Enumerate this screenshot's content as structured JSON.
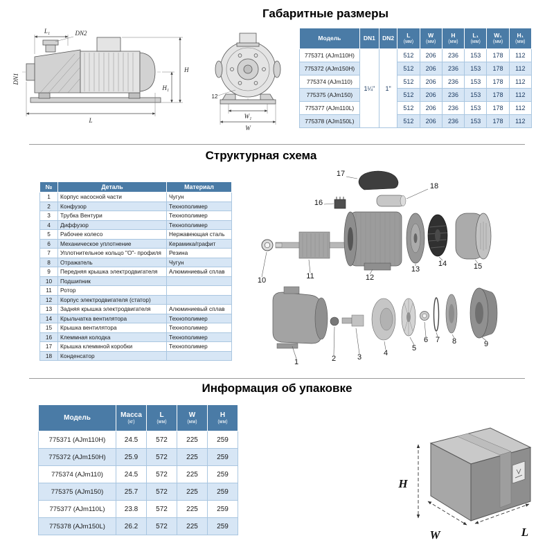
{
  "sections": {
    "dimensions_title": "Габаритные размеры",
    "structure_title": "Структурная схема",
    "packaging_title": "Информация об упаковке"
  },
  "colors": {
    "table_header_bg": "#4a7ba6",
    "row_alt_bg": "#d7e6f5",
    "value_text": "#17365d",
    "border": "#a9c6e0"
  },
  "drawing": {
    "l1": "L₁",
    "dn1": "DN1",
    "dn2": "DN2",
    "h": "H",
    "h1": "H₁",
    "l": "L",
    "w1": "W₁",
    "w": "W",
    "note_12": "12"
  },
  "dimensions_table": {
    "headers": [
      {
        "label": "Модель"
      },
      {
        "label": "DN1"
      },
      {
        "label": "DN2"
      },
      {
        "label": "L",
        "unit": "(мм)"
      },
      {
        "label": "W",
        "unit": "(мм)"
      },
      {
        "label": "H",
        "unit": "(мм)"
      },
      {
        "label": "L₁",
        "unit": "(мм)"
      },
      {
        "label": "W₁",
        "unit": "(мм)"
      },
      {
        "label": "H₁",
        "unit": "(мм)"
      }
    ],
    "dn1_value": "1¼\"",
    "dn2_value": "1\"",
    "rows": [
      {
        "model": "775371 (AJm110H)",
        "values": [
          "512",
          "206",
          "236",
          "153",
          "178",
          "112"
        ]
      },
      {
        "model": "775372 (AJm150H)",
        "values": [
          "512",
          "206",
          "236",
          "153",
          "178",
          "112"
        ]
      },
      {
        "model": "775374 (AJm110)",
        "values": [
          "512",
          "206",
          "236",
          "153",
          "178",
          "112"
        ]
      },
      {
        "model": "775375 (AJm150)",
        "values": [
          "512",
          "206",
          "236",
          "153",
          "178",
          "112"
        ]
      },
      {
        "model": "775377 (AJm110L)",
        "values": [
          "512",
          "206",
          "236",
          "153",
          "178",
          "112"
        ]
      },
      {
        "model": "775378 (AJm150L)",
        "values": [
          "512",
          "206",
          "236",
          "153",
          "178",
          "112"
        ]
      }
    ]
  },
  "parts_table": {
    "headers": [
      "№",
      "Деталь",
      "Материал"
    ],
    "rows": [
      [
        "1",
        "Корпус насосной части",
        "Чугун"
      ],
      [
        "2",
        "Конфузор",
        "Технополимер"
      ],
      [
        "3",
        "Трубка Вентури",
        "Технополимер"
      ],
      [
        "4",
        "Диффузор",
        "Технополимер"
      ],
      [
        "5",
        "Рабочее колесо",
        "Нержавеющая сталь"
      ],
      [
        "6",
        "Механическое уплотнение",
        "Керамика/графит"
      ],
      [
        "7",
        "Уплотнительное кольцо \"О\"- профиля",
        "Резина"
      ],
      [
        "8",
        "Отражатель",
        "Чугун"
      ],
      [
        "9",
        "Передняя крышка электродвигателя",
        "Алюминиевый сплав"
      ],
      [
        "10",
        "Подшипник",
        ""
      ],
      [
        "11",
        "Ротор",
        ""
      ],
      [
        "12",
        "Корпус электродвигателя (статор)",
        ""
      ],
      [
        "13",
        "Задняя крышка электродвигателя",
        "Алюминиевый сплав"
      ],
      [
        "14",
        "Крыльчатка вентилятора",
        "Технополимер"
      ],
      [
        "15",
        "Крышка вентилятора",
        "Технополимер"
      ],
      [
        "16",
        "Клеммная колодка",
        "Технополимер"
      ],
      [
        "17",
        "Крышка клеммной коробки",
        "Технополимер"
      ],
      [
        "18",
        "Конденсатор",
        ""
      ]
    ]
  },
  "diagram": {
    "callouts": [
      "1",
      "2",
      "3",
      "4",
      "5",
      "6",
      "7",
      "8",
      "9",
      "10",
      "11",
      "12",
      "13",
      "14",
      "15",
      "16",
      "17",
      "18"
    ]
  },
  "packaging_table": {
    "headers": [
      {
        "label": "Модель"
      },
      {
        "label": "Масса",
        "unit": "(кг)"
      },
      {
        "label": "L",
        "unit": "(мм)"
      },
      {
        "label": "W",
        "unit": "(мм)"
      },
      {
        "label": "H",
        "unit": "(мм)"
      }
    ],
    "rows": [
      {
        "model": "775371 (AJm110H)",
        "values": [
          "24.5",
          "572",
          "225",
          "259"
        ]
      },
      {
        "model": "775372 (AJm150H)",
        "values": [
          "25.9",
          "572",
          "225",
          "259"
        ]
      },
      {
        "model": "775374 (AJm110)",
        "values": [
          "24.5",
          "572",
          "225",
          "259"
        ]
      },
      {
        "model": "775375 (AJm150)",
        "values": [
          "25.7",
          "572",
          "225",
          "259"
        ]
      },
      {
        "model": "775377 (AJm110L)",
        "values": [
          "23.8",
          "572",
          "225",
          "259"
        ]
      },
      {
        "model": "775378 (AJm150L)",
        "values": [
          "26.2",
          "572",
          "225",
          "259"
        ]
      }
    ]
  },
  "boxart": {
    "h": "H",
    "w": "W",
    "l": "L"
  }
}
